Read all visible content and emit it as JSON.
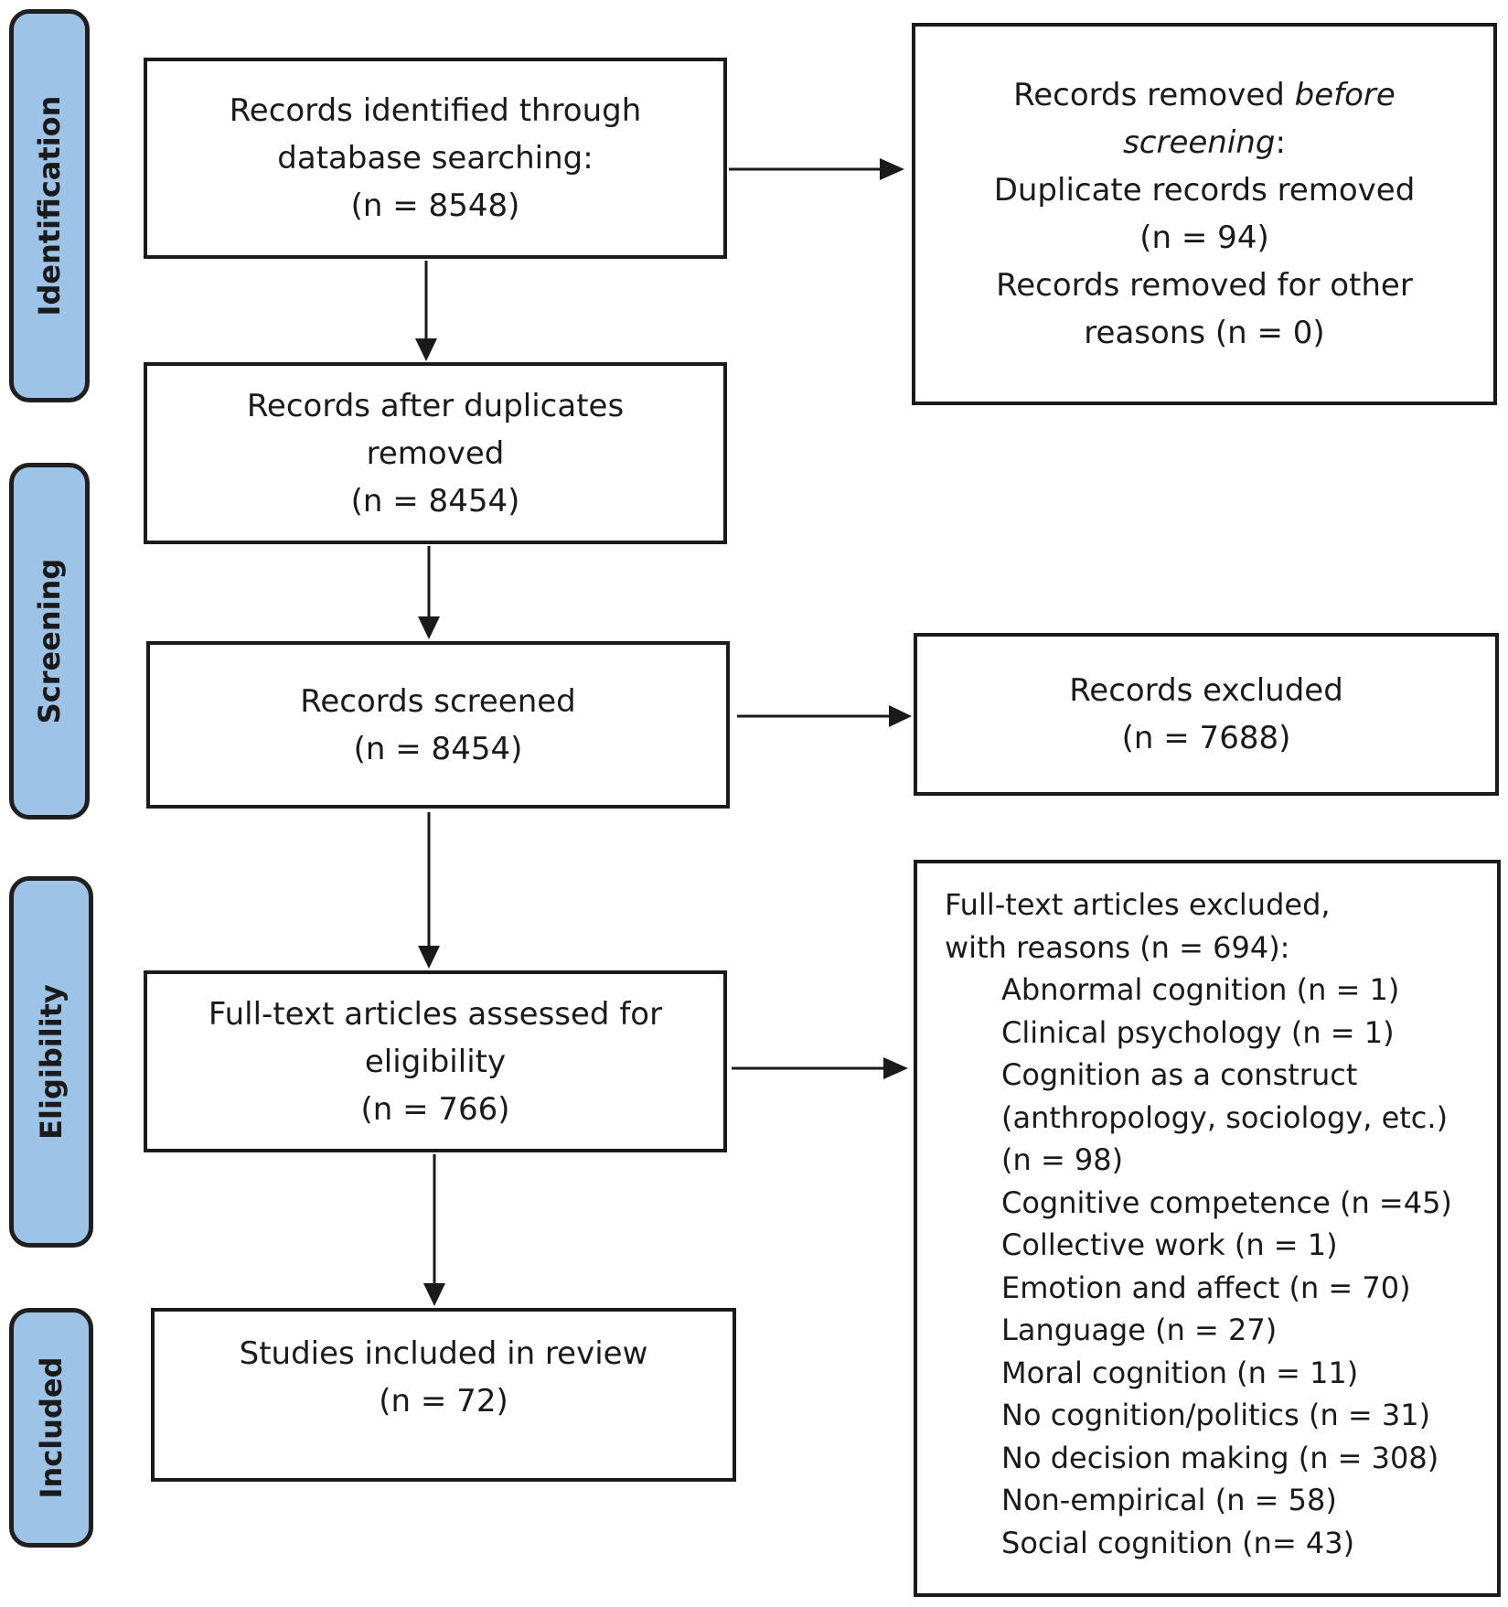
{
  "stages": {
    "identification": "Identification",
    "screening": "Screening",
    "eligibility": "Eligibility",
    "included": "Included"
  },
  "boxes": {
    "identified": {
      "line1": "Records identified through",
      "line2": "database searching:",
      "line3": "(n = 8548)"
    },
    "removed_before": {
      "line1_a": "Records removed ",
      "line1_b": "before",
      "line2_a": "screening",
      "line2_b": ":",
      "line3": "Duplicate records removed",
      "line4": "(n = 94)",
      "line5": "Records removed for other",
      "line6": "reasons (n = 0)"
    },
    "after_duplicates": {
      "line1": "Records after duplicates",
      "line2": "removed",
      "line3": "(n = 8454)"
    },
    "screened": {
      "line1": "Records screened",
      "line2": "(n = 8454)"
    },
    "excluded": {
      "line1": "Records excluded",
      "line2": "(n = 7688)"
    },
    "assessed": {
      "line1": "Full-text articles assessed for",
      "line2": "eligibility",
      "line3": "(n = 766)"
    },
    "included": {
      "line1": "Studies included in review",
      "line2": "(n = 72)"
    },
    "fulltext_excluded": {
      "header1": "Full-text articles excluded,",
      "header2": "with reasons (n = 694):",
      "reasons": [
        "Abnormal cognition (n = 1)",
        "Clinical psychology (n = 1)",
        "Cognition as a construct",
        "(anthropology, sociology, etc.)",
        "(n = 98)",
        "Cognitive competence (n =45)",
        "Collective work (n = 1)",
        "Emotion and affect (n = 70)",
        "Language (n = 27)",
        "Moral cognition (n = 11)",
        "No cognition/politics (n = 31)",
        "No decision making (n = 308)",
        "Non-empirical (n = 58)",
        "Social cognition (n= 43)"
      ]
    }
  }
}
